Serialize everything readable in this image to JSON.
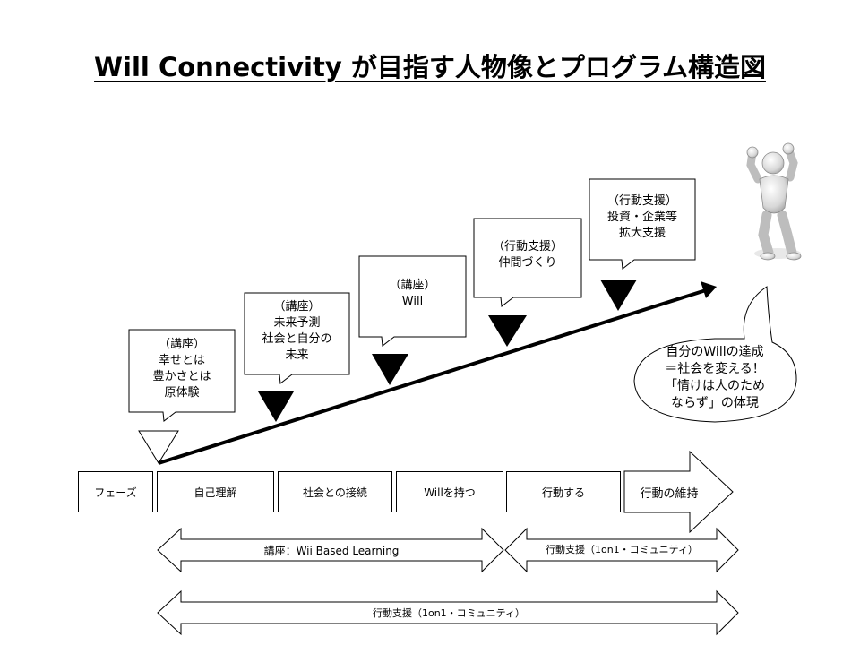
{
  "title": "Will Connectivity が目指す人物像とプログラム構造図",
  "callouts": [
    [
      "（講座）",
      "幸せとは",
      "豊かさとは",
      "原体験"
    ],
    [
      "（講座）",
      "未来予測",
      "社会と自分の",
      "未来"
    ],
    [
      "（講座）",
      "Will"
    ],
    [
      "（行動支援）",
      "仲間づくり"
    ],
    [
      "（行動支援）",
      "投資・企業等",
      "拡大支援"
    ]
  ],
  "goal_bubble": [
    "自分のWillの達成",
    "＝社会を変える！",
    "「情けは人のため",
    "ならず」の体現"
  ],
  "phases": {
    "header": "フェーズ",
    "self": "自己理解",
    "society": "社会との接続",
    "will": "Willを持つ",
    "act": "行動する",
    "maintain": "行動の維持"
  },
  "arrows": {
    "lecture": "講座：Wii Based Learning",
    "support_short": "行動支援（1on1・コミュニティ）",
    "support_long": "行動支援（1on1・コミュニティ）"
  }
}
